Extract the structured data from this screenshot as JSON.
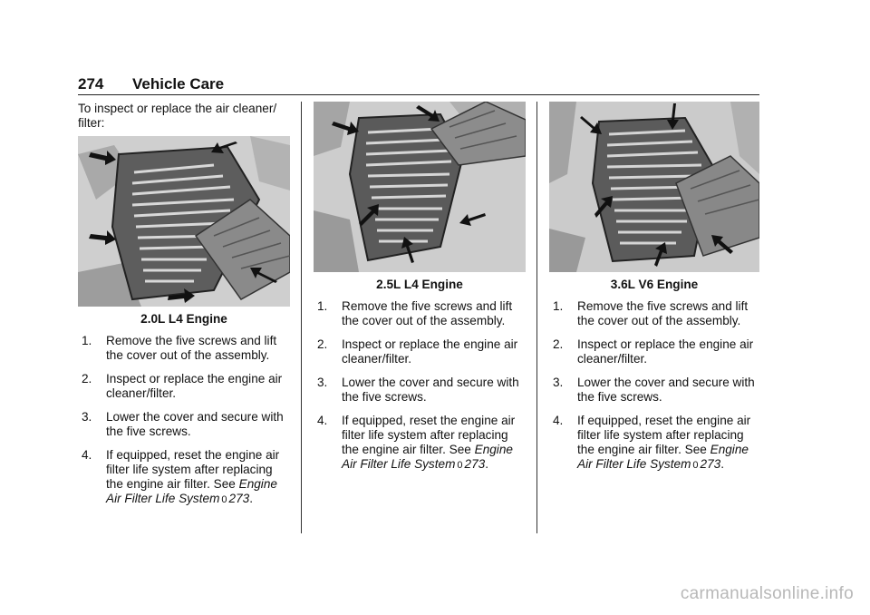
{
  "header": {
    "page_number": "274",
    "section_title": "Vehicle Care"
  },
  "intro": "To inspect or replace the air cleaner/ filter:",
  "columns": [
    {
      "caption": "2.0L L4 Engine",
      "steps": [
        {
          "num": "1.",
          "text": "Remove the five screws and lift the cover out of the assembly."
        },
        {
          "num": "2.",
          "text": "Inspect or replace the engine air cleaner/filter."
        },
        {
          "num": "3.",
          "text": "Lower the cover and secure with the five screws."
        },
        {
          "num": "4.",
          "text": "If equipped, reset the engine air filter life system after replacing the engine air filter.",
          "see": "See",
          "link": "Engine Air Filter Life System",
          "xref_symbol": "0",
          "page": "273",
          "end": "."
        }
      ]
    },
    {
      "caption": "2.5L L4 Engine",
      "steps": [
        {
          "num": "1.",
          "text": "Remove the five screws and lift the cover out of the assembly."
        },
        {
          "num": "2.",
          "text": "Inspect or replace the engine air cleaner/filter."
        },
        {
          "num": "3.",
          "text": "Lower the cover and secure with the five screws."
        },
        {
          "num": "4.",
          "text": "If equipped, reset the engine air filter life system after replacing the engine air filter.",
          "see": "See",
          "link": "Engine Air Filter Life System",
          "xref_symbol": "0",
          "page": "273",
          "end": "."
        }
      ]
    },
    {
      "caption": "3.6L V6 Engine",
      "steps": [
        {
          "num": "1.",
          "text": "Remove the five screws and lift the cover out of the assembly."
        },
        {
          "num": "2.",
          "text": "Inspect or replace the engine air cleaner/filter."
        },
        {
          "num": "3.",
          "text": "Lower the cover and secure with the five screws."
        },
        {
          "num": "4.",
          "text": "If equipped, reset the engine air filter life system after replacing the engine air filter.",
          "see": "See",
          "link": "Engine Air Filter Life System",
          "xref_symbol": "0",
          "page": "273",
          "end": "."
        }
      ]
    }
  ],
  "watermark": "carmanualsonline.info"
}
